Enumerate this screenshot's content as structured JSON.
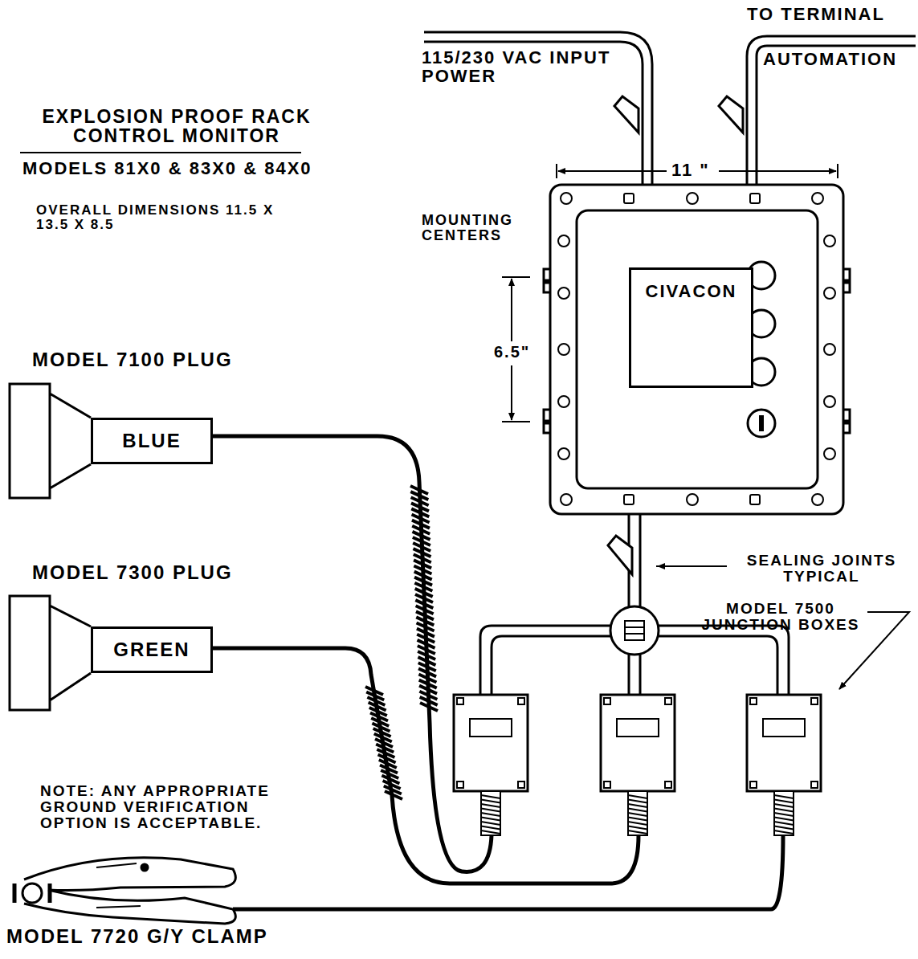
{
  "diagram": {
    "nodes": [
      {
        "text": [
          "CIVACON"
        ]
      },
      {
        "text": [
          "BLUE"
        ]
      },
      {
        "text": [
          "GREEN"
        ]
      }
    ],
    "labels": [
      "TO TERMINAL",
      "AUTOMATION",
      "115/230 VAC INPUT POWER",
      "EXPLOSION PROOF RACK CONTROL MONITOR",
      "MODELS 81X0 & 83X0 & 84X0",
      "OVERALL DIMENSIONS 11.5 X 13.5 X 8.5",
      "11 \"",
      "MOUNTING CENTERS",
      "6.5\"",
      "MODEL 7100 PLUG",
      "MODEL 7300 PLUG",
      "SEALING JOINTS TYPICAL",
      "MODEL 7500 JUNCTION BOXES",
      "NOTE: ANY APPROPRIATE GROUND VERIFICATION OPTION IS ACCEPTABLE.",
      "MODEL 7720 G/Y CLAMP"
    ]
  }
}
